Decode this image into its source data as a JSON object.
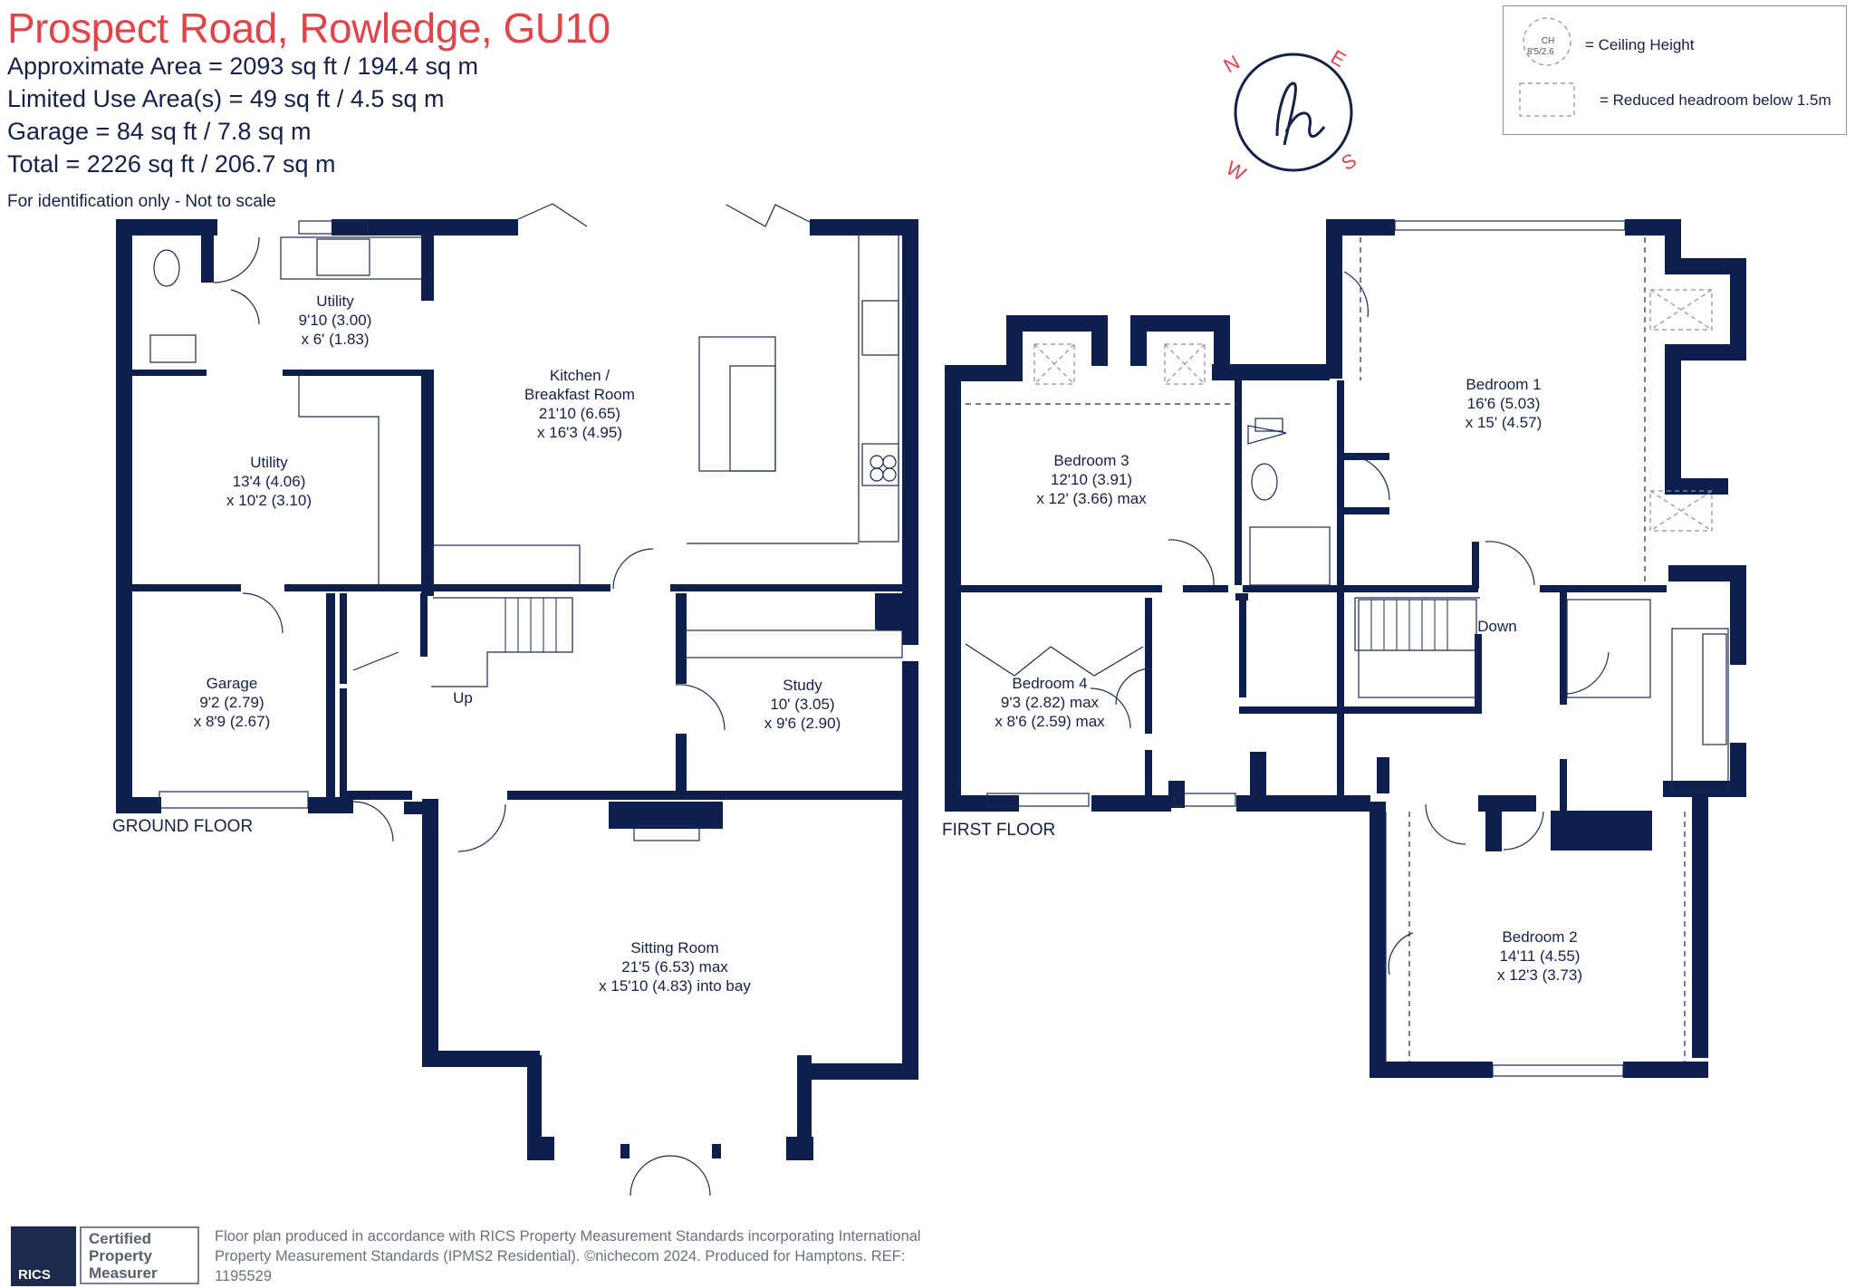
{
  "header": {
    "title": "Prospect Road, Rowledge, GU10",
    "areas": [
      "Approximate Area = 2093 sq ft / 194.4 sq m",
      "Limited Use Area(s) = 49 sq ft / 4.5 sq m",
      "Garage = 84 sq ft / 7.8 sq m",
      "Total = 2226 sq ft / 206.7 sq m"
    ],
    "note": "For identification only - Not to scale"
  },
  "compass": {
    "n": "N",
    "e": "E",
    "s": "S",
    "w": "W",
    "logo": "h"
  },
  "legend": {
    "ch_symbol_top": "CH",
    "ch_symbol_bottom": "8'5/2.6",
    "ch_label": "= Ceiling Height",
    "headroom_label": "= Reduced headroom below 1.5m"
  },
  "ground_floor": {
    "label": "GROUND FLOOR",
    "rooms": {
      "utility_top": [
        "Utility",
        "9'10 (3.00)",
        "x 6' (1.83)"
      ],
      "kitchen": [
        "Kitchen /",
        "Breakfast Room",
        "21'10 (6.65)",
        "x 16'3 (4.95)"
      ],
      "utility_mid": [
        "Utility",
        "13'4 (4.06)",
        "x 10'2 (3.10)"
      ],
      "garage": [
        "Garage",
        "9'2 (2.79)",
        "x 8'9 (2.67)"
      ],
      "study": [
        "Study",
        "10' (3.05)",
        "x 9'6 (2.90)"
      ],
      "sitting": [
        "Sitting Room",
        "21'5 (6.53) max",
        "x 15'10 (4.83) into bay"
      ]
    },
    "stairs_label": "Up"
  },
  "first_floor": {
    "label": "FIRST FLOOR",
    "rooms": {
      "bedroom1": [
        "Bedroom 1",
        "16'6 (5.03)",
        "x 15' (4.57)"
      ],
      "bedroom3": [
        "Bedroom 3",
        "12'10 (3.91)",
        "x 12' (3.66) max"
      ],
      "bedroom4": [
        "Bedroom 4",
        "9'3 (2.82) max",
        "x 8'6 (2.59) max"
      ],
      "bedroom2": [
        "Bedroom 2",
        "14'11 (4.55)",
        "x 12'3 (3.73)"
      ]
    },
    "stairs_label": "Down"
  },
  "footer": {
    "badge_lines": [
      "Certified",
      "Property",
      "Measurer"
    ],
    "badge_org": "RICS",
    "text": "Floor plan produced in accordance with RICS Property Measurement Standards incorporating International Property Measurement Standards (IPMS2 Residential).  ©nichecom 2024.   Produced for Hamptons.  REF: 1195529"
  },
  "colors": {
    "wall": "#0e1f4d",
    "title": "#e0454b",
    "text": "#152147"
  }
}
